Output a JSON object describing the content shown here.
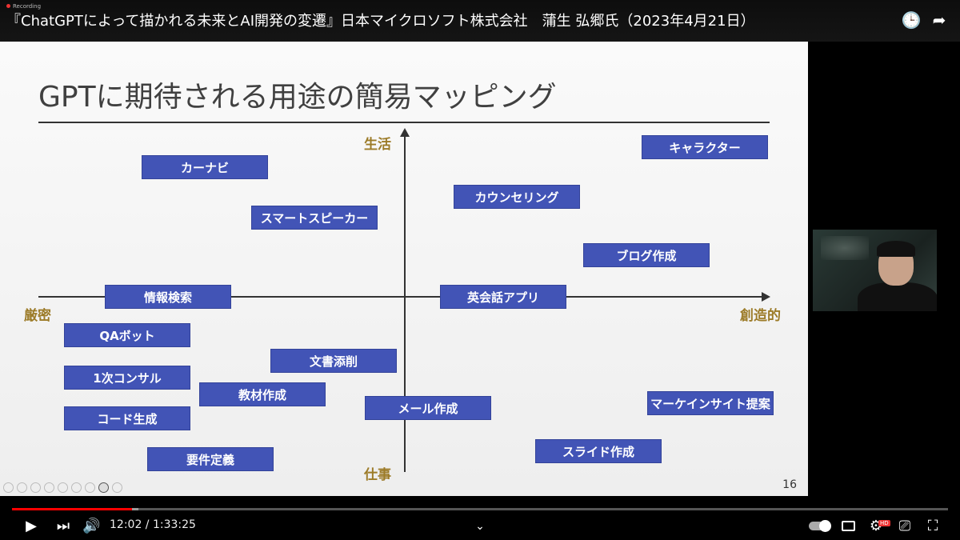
{
  "top": {
    "recording_label": "Recording",
    "video_title": "『ChatGPTによって描かれる未来とAI開発の変遷』日本マイクロソフト株式会社　蒲生 弘郷氏（2023年4月21日）",
    "watch_later_icon": "clock-icon",
    "share_icon": "share-icon"
  },
  "slide": {
    "title": "GPTに期待される用途の簡易マッピング",
    "axis": {
      "top": "生活",
      "bottom": "仕事",
      "left": "厳密",
      "right": "創造的"
    },
    "items": [
      "カーナビ",
      "キャラクター",
      "カウンセリング",
      "スマートスピーカー",
      "ブログ作成",
      "情報検索",
      "英会話アプリ",
      "QAボット",
      "文書添削",
      "1次コンサル",
      "教材作成",
      "メール作成",
      "マーケインサイト提案",
      "コード生成",
      "スライド作成",
      "要件定義"
    ],
    "page_number": "16",
    "box_color": "#4254b6",
    "axis_label_color": "#9c7b28"
  },
  "player": {
    "current_time": "12:02",
    "separator": " / ",
    "duration": "1:33:25",
    "progress_fraction": 0.128,
    "buffer_fraction": 0.135,
    "hd_badge": "HD",
    "accent_color": "#ff0000"
  }
}
